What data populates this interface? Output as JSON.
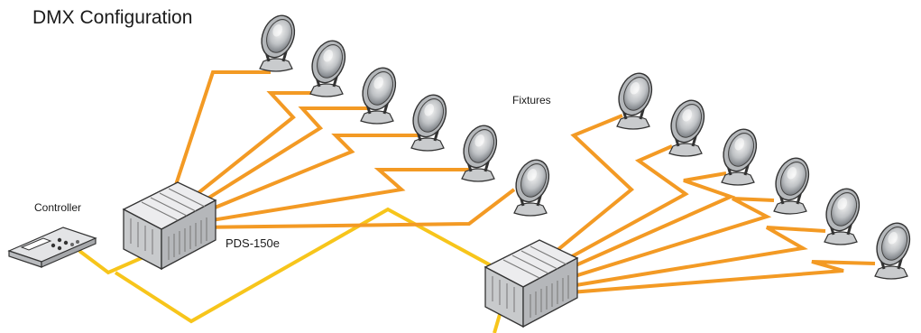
{
  "diagram": {
    "title": "DMX Configuration",
    "labels": {
      "fixtures": "Fixtures",
      "controller": "Controller",
      "power_supply": "PDS-150e"
    },
    "colors": {
      "data_cable": "#F7C51B",
      "power_cable": "#F39A24",
      "cable_outline": "#7a4a10",
      "device_gray": "#d4d6d8",
      "outline": "#333333"
    },
    "icons": [
      "controller-icon",
      "power-supply-icon",
      "fixture-icon"
    ]
  }
}
